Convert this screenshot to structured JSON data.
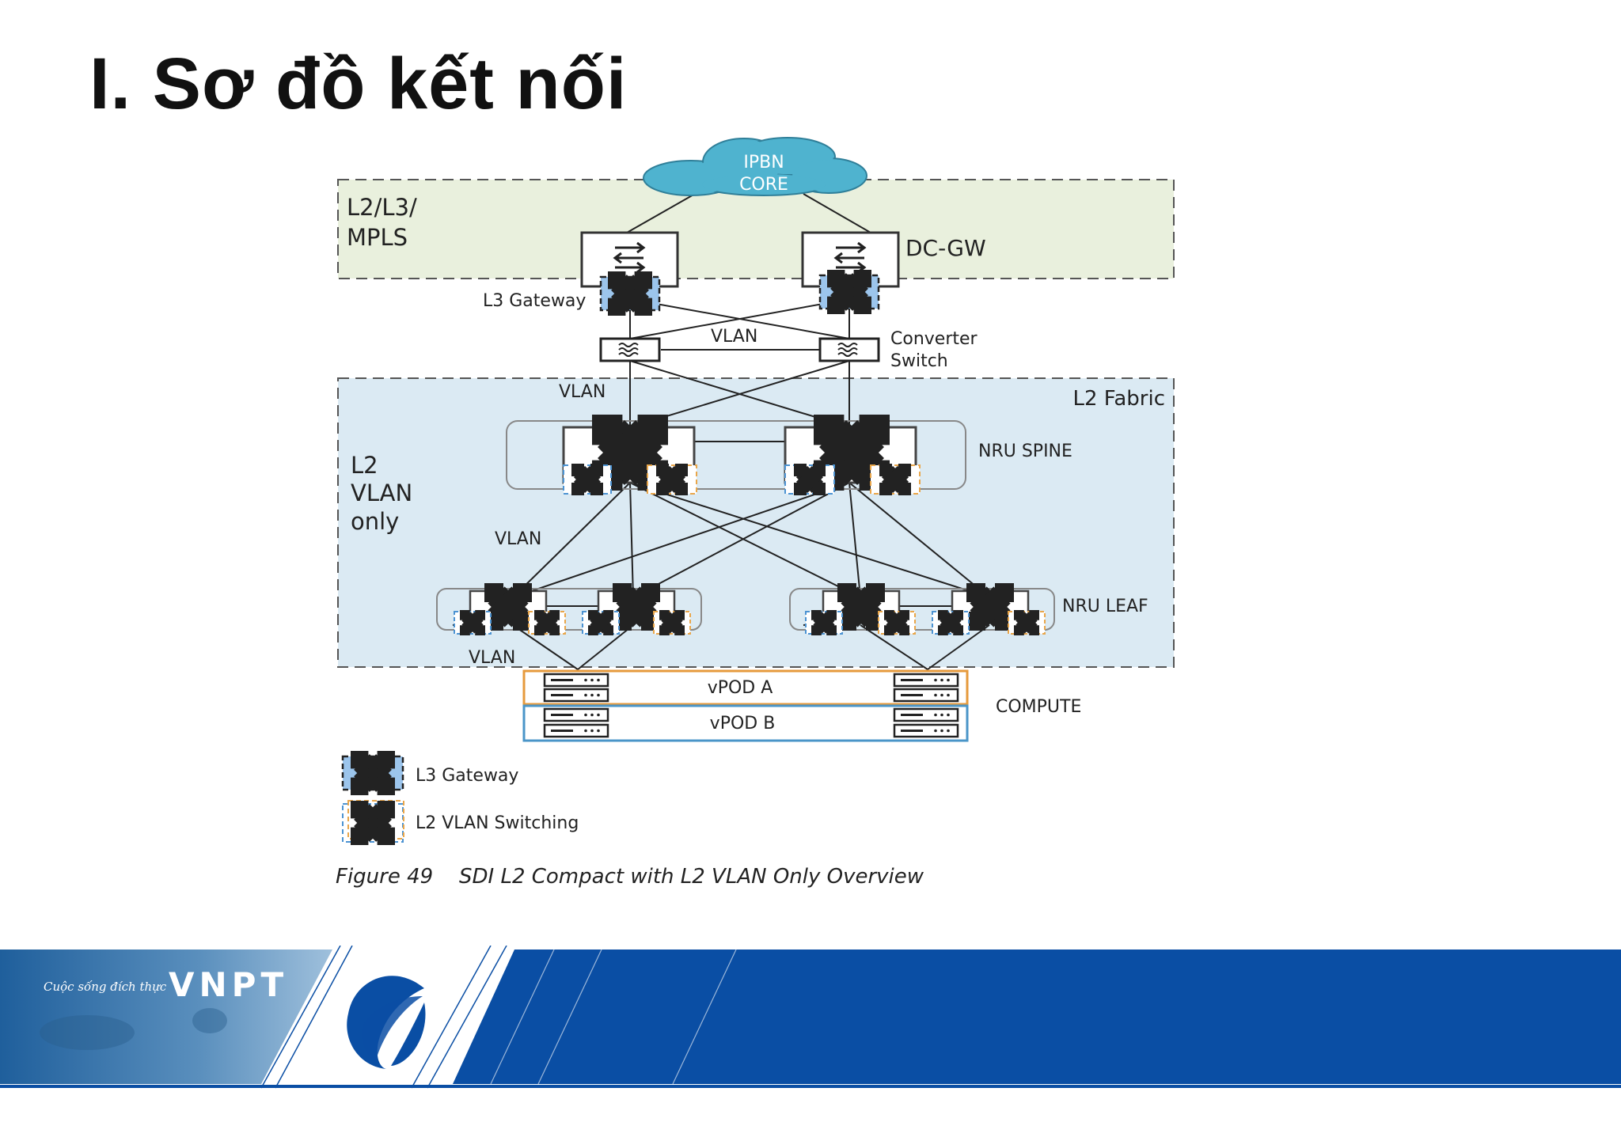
{
  "slide": {
    "title": "I. Sơ đồ kết nối"
  },
  "diagram": {
    "cloud": {
      "line1": "IPBN",
      "line2": "CORE"
    },
    "zones": {
      "top": {
        "line1": "L2/L3/",
        "line2": "MPLS"
      },
      "fabric": {
        "title": "L2 Fabric",
        "line1": "L2",
        "line2": "VLAN",
        "line3": "only"
      }
    },
    "labels": {
      "dc_gw": "DC-GW",
      "l3_gateway": "L3 Gateway",
      "vlan": "VLAN",
      "converter_line1": "Converter",
      "converter_line2": "Switch",
      "nru_spine": "NRU SPINE",
      "nru_leaf": "NRU LEAF",
      "vpod_a": "vPOD A",
      "vpod_b": "vPOD B",
      "compute": "COMPUTE"
    },
    "legend": {
      "l3_gateway": "L3 Gateway",
      "l2_vlan_switching": "L2 VLAN Switching"
    },
    "caption": {
      "number": "Figure 49",
      "text": "SDI L2 Compact with L2 VLAN Only Overview"
    },
    "colors": {
      "cloud": "#4fb3cf",
      "top_zone": "#e9f0dd",
      "fabric_zone": "#dbeaf3",
      "gateway_fill": "#9cc5ec",
      "switching_blue": "#4c93d2",
      "switching_orange": "#e9a64a",
      "vpod_a": "#e69a3c",
      "vpod_b": "#4a95c8"
    }
  },
  "footer": {
    "slogan": "Cuộc sống đích thực",
    "brand": "VNPT",
    "colors": {
      "band": "#0a4ea4",
      "logo": "#0a4ea4"
    }
  }
}
